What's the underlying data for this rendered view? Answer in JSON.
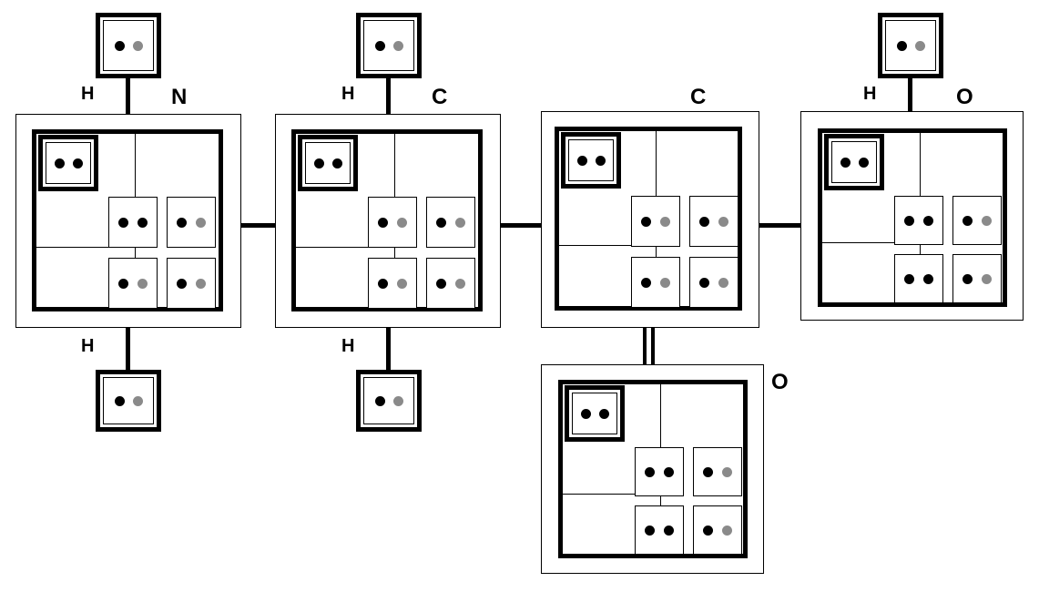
{
  "diagram": {
    "title": "Orbital box electron diagram",
    "electron_colors": {
      "own": "#000000",
      "shared": "#8a8a8a"
    },
    "line_color": "#000000",
    "background": "#ffffff"
  },
  "atoms": [
    {
      "id": "n1",
      "label": "N",
      "label_size": "big",
      "core": {
        "name": "1s",
        "electrons": [
          "own",
          "own"
        ]
      },
      "orbitals": [
        {
          "name": "2s-upper-left",
          "electrons": [
            "own",
            "own"
          ]
        },
        {
          "name": "2p-upper-right",
          "electrons": [
            "own",
            "shared"
          ]
        },
        {
          "name": "2p-lower-left",
          "electrons": [
            "own",
            "shared"
          ]
        },
        {
          "name": "2p-lower-right",
          "electrons": [
            "own",
            "shared"
          ]
        }
      ]
    },
    {
      "id": "c1",
      "label": "C",
      "label_size": "big",
      "core": {
        "name": "1s",
        "electrons": [
          "own",
          "own"
        ]
      },
      "orbitals": [
        {
          "name": "2s-upper-left",
          "electrons": [
            "own",
            "shared"
          ]
        },
        {
          "name": "2p-upper-right",
          "electrons": [
            "own",
            "shared"
          ]
        },
        {
          "name": "2p-lower-left",
          "electrons": [
            "own",
            "shared"
          ]
        },
        {
          "name": "2p-lower-right",
          "electrons": [
            "own",
            "shared"
          ]
        }
      ]
    },
    {
      "id": "c2",
      "label": "C",
      "label_size": "big",
      "core": {
        "name": "1s",
        "electrons": [
          "own",
          "own"
        ]
      },
      "orbitals": [
        {
          "name": "2s-upper-left",
          "electrons": [
            "own",
            "shared"
          ]
        },
        {
          "name": "2p-upper-right",
          "electrons": [
            "own",
            "shared"
          ]
        },
        {
          "name": "2p-lower-left",
          "electrons": [
            "own",
            "shared"
          ]
        },
        {
          "name": "2p-lower-right",
          "electrons": [
            "own",
            "shared"
          ]
        }
      ]
    },
    {
      "id": "o1",
      "label": "O",
      "label_size": "big",
      "core": {
        "name": "1s",
        "electrons": [
          "own",
          "own"
        ]
      },
      "orbitals": [
        {
          "name": "2s-upper-left",
          "electrons": [
            "own",
            "own"
          ]
        },
        {
          "name": "2p-upper-right",
          "electrons": [
            "own",
            "shared"
          ]
        },
        {
          "name": "2p-lower-left",
          "electrons": [
            "own",
            "own"
          ]
        },
        {
          "name": "2p-lower-right",
          "electrons": [
            "own",
            "shared"
          ]
        }
      ]
    },
    {
      "id": "o2",
      "label": "O",
      "label_size": "big",
      "core": {
        "name": "1s",
        "electrons": [
          "own",
          "own"
        ]
      },
      "orbitals": [
        {
          "name": "2s-upper-left",
          "electrons": [
            "own",
            "own"
          ]
        },
        {
          "name": "2p-upper-right",
          "electrons": [
            "own",
            "shared"
          ]
        },
        {
          "name": "2p-lower-left",
          "electrons": [
            "own",
            "own"
          ]
        },
        {
          "name": "2p-lower-right",
          "electrons": [
            "own",
            "shared"
          ]
        }
      ]
    }
  ],
  "hydrogens": [
    {
      "id": "h1",
      "label": "H",
      "electrons": [
        "own",
        "shared"
      ]
    },
    {
      "id": "h2",
      "label": "H",
      "electrons": [
        "own",
        "shared"
      ]
    },
    {
      "id": "h3",
      "label": "H",
      "electrons": [
        "own",
        "shared"
      ]
    },
    {
      "id": "h4",
      "label": "H",
      "electrons": [
        "own",
        "shared"
      ]
    },
    {
      "id": "h5",
      "label": "H",
      "electrons": [
        "own",
        "shared"
      ]
    }
  ],
  "bonds": [
    {
      "name": "h1-n1",
      "order": 1
    },
    {
      "name": "h3-n1",
      "order": 1
    },
    {
      "name": "n1-c1",
      "order": 1
    },
    {
      "name": "h2-c1",
      "order": 1
    },
    {
      "name": "h4-c1",
      "order": 1
    },
    {
      "name": "c1-c2",
      "order": 1
    },
    {
      "name": "c2-o2",
      "order": 2
    },
    {
      "name": "c2-o1",
      "order": 1
    },
    {
      "name": "h5-o1",
      "order": 1
    }
  ]
}
